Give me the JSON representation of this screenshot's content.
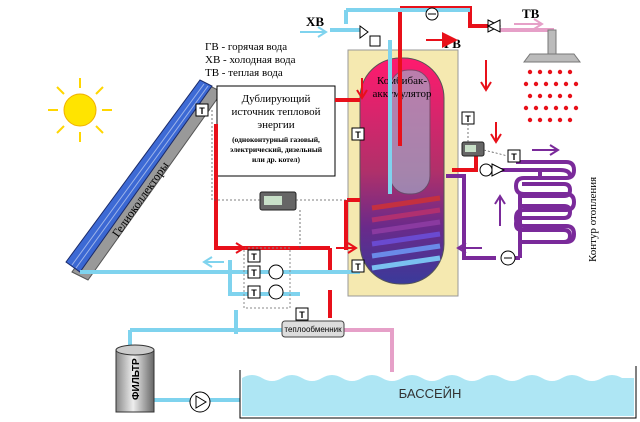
{
  "legend": {
    "gv": "ГВ - горячая вода",
    "xv": "ХВ - холодная вода",
    "tv": "ТВ - теплая вода"
  },
  "labels": {
    "xv_inlet": "ХВ",
    "tv_outlet": "ТВ",
    "gv_top": "ГВ",
    "tank_line1": "Комбибак-",
    "tank_line2": "аккумулятор",
    "collectors": "Гелиоколлекторы",
    "heating_loop": "Контур отопления",
    "pool": "БАССЕЙН",
    "filter": "ФИЛЬТР",
    "heat_exchanger": "теплообменник",
    "sensor": "T"
  },
  "backup_source": {
    "line1": "Дублирующий",
    "line2": "источник тепловой",
    "line3": "энергии",
    "note1": "(одноконтурный газовый,",
    "note2": "электрический, дизельный",
    "note3": "или др. котел)"
  },
  "colors": {
    "hot": "#e8101a",
    "cold": "#7fd3ee",
    "warm": "#e6a0c8",
    "heating": "#7a2a9a",
    "tank_outer": "#f5e9b0",
    "pool_water": "#aee6f4",
    "collector": "#3a6fd8"
  }
}
